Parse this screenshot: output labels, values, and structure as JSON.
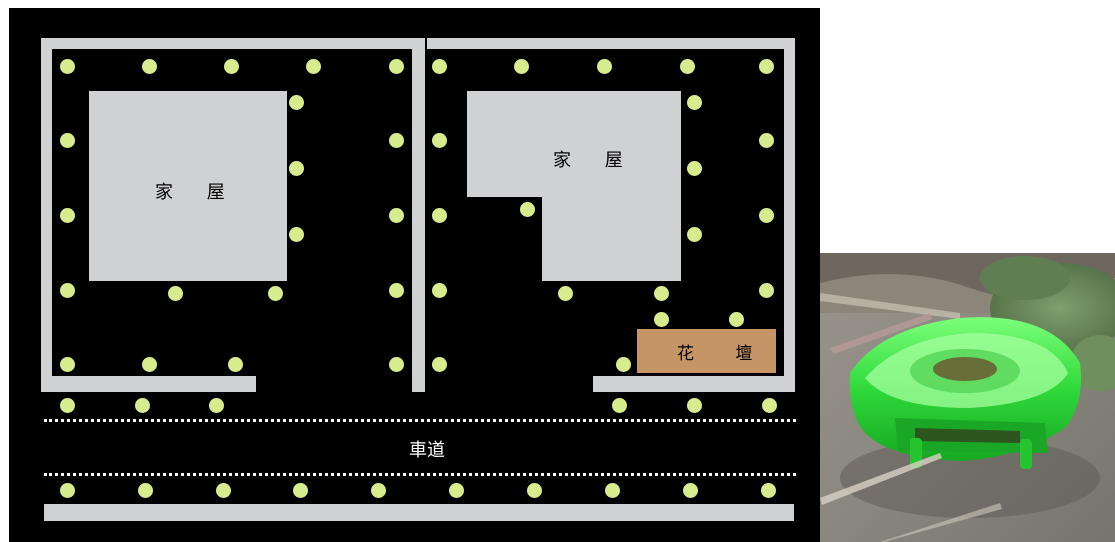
{
  "diagram": {
    "house_left_label": "家 屋",
    "house_right_label": "家 屋",
    "flowerbed_label": "花 壇",
    "road_label": "車道",
    "colors": {
      "background": "#000000",
      "wall": "#d0d1d3",
      "bait_station": "#d7ec8c",
      "flowerbed": "#c69566"
    },
    "bait_station_icon": "light-green-circle"
  },
  "photo": {
    "subject": "green-bait-station-trap-icon"
  }
}
